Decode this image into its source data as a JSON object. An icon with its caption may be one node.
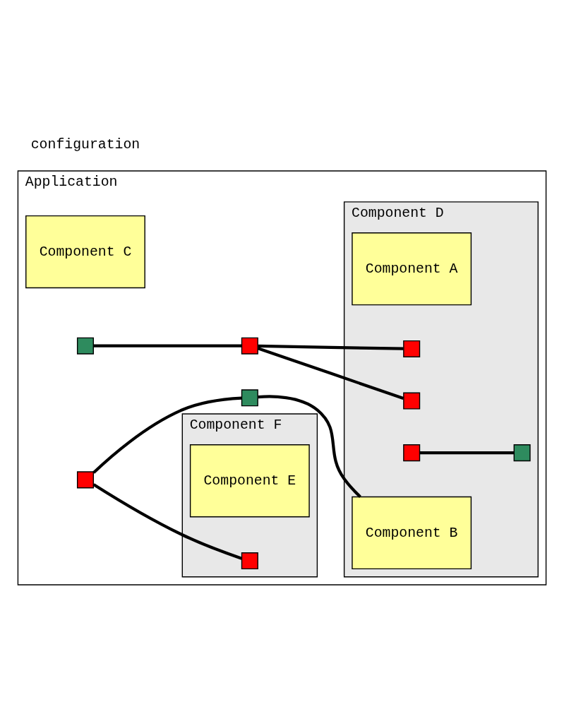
{
  "diagram": {
    "nodes": [
      {
        "text": [
          "Application"
        ]
      },
      {
        "text": [
          "Component D"
        ],
        "in": 0
      },
      {
        "text": [
          "Component A"
        ],
        "in": 1
      },
      {
        "text": [
          "Component B"
        ],
        "in": 1
      },
      {
        "text": [
          "Component C"
        ],
        "in": 0
      },
      {
        "text": [
          "Component F"
        ],
        "in": 0
      },
      {
        "text": [
          "Component E"
        ],
        "in": 5
      },
      {
        "text": [],
        "shape": "box",
        "in": 1
      },
      {
        "text": [],
        "shape": "box",
        "in": 1
      },
      {
        "text": [],
        "shape": "box",
        "in": 0
      },
      {
        "text": [],
        "shape": "box",
        "in": 0
      },
      {
        "text": [],
        "shape": "box",
        "in": 1
      },
      {
        "text": [],
        "shape": "box",
        "in": 1
      },
      {
        "text": [],
        "shape": "box",
        "in": 0
      },
      {
        "text": [],
        "shape": "box",
        "in": 0
      },
      {
        "text": [],
        "shape": "box",
        "in": 5
      }
    ],
    "edges": [
      {
        "from": 9,
        "to": 10,
        "arrow": "none"
      },
      {
        "from": 10,
        "to": 7,
        "arrow": "none"
      },
      {
        "from": 10,
        "to": 12,
        "arrow": "none"
      },
      {
        "from": 8,
        "to": 11,
        "arrow": "none"
      },
      {
        "from": 13,
        "to": 3,
        "arrow": "none"
      },
      {
        "from": 14,
        "to": 13,
        "arrow": "none"
      },
      {
        "from": 14,
        "to": 15,
        "arrow": "none"
      }
    ],
    "labels": [
      "configuration"
    ]
  }
}
